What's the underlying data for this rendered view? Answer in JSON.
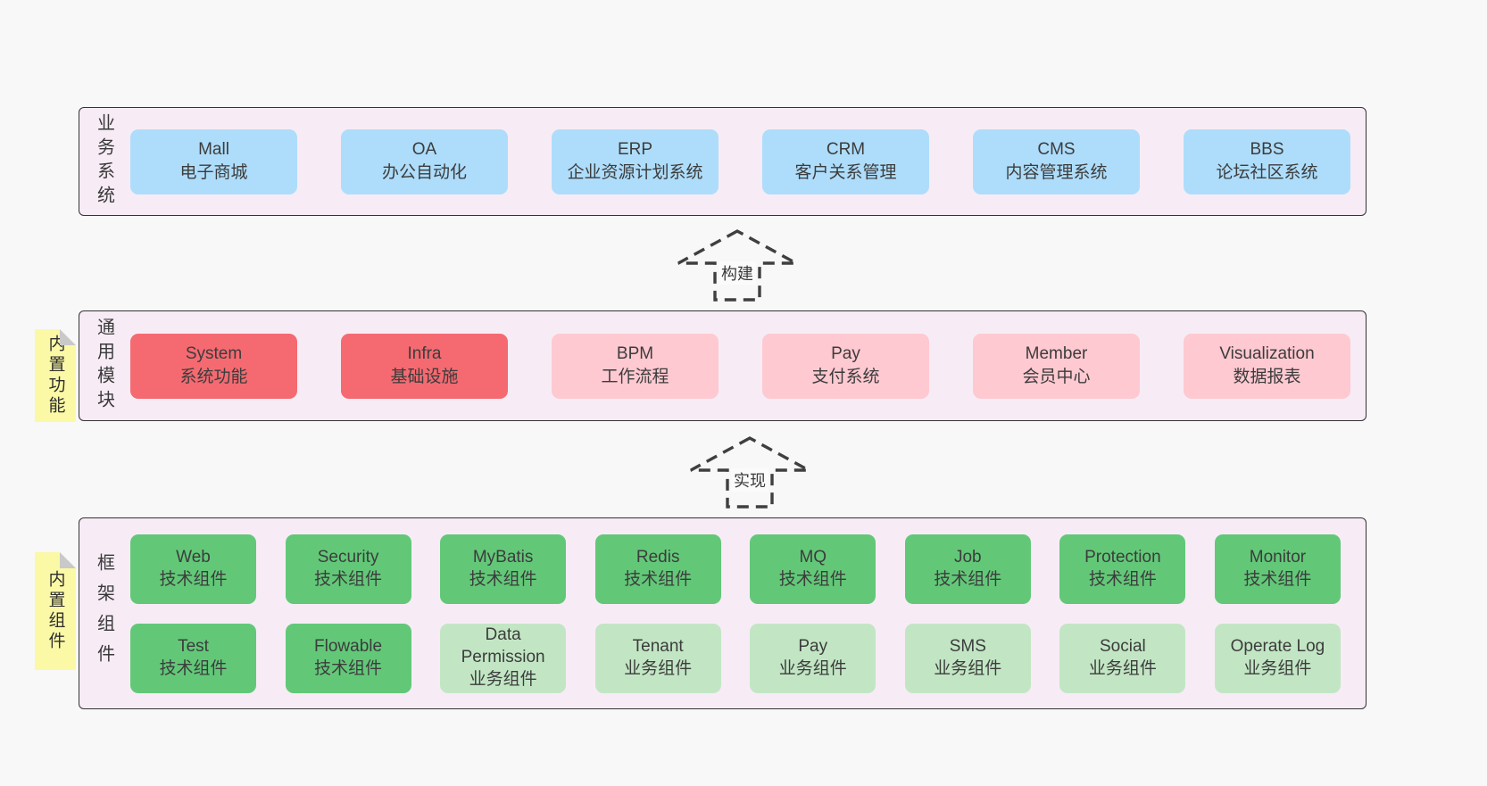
{
  "colors": {
    "page_bg": "#f8f8f8",
    "band_bg": "#f7ecf5",
    "band_border": "#333333",
    "blue_box": "#aeddfb",
    "red_box": "#f56a71",
    "pink_box": "#fec9d1",
    "green_box": "#62c878",
    "green_light_box": "#c2e6c4",
    "note_yellow": "#fbf9a6",
    "note_fold_gray": "#c9c9c9",
    "text": "#3c3c3c"
  },
  "arrows": {
    "build": {
      "label": "构建"
    },
    "implement": {
      "label": "实现"
    }
  },
  "bands": {
    "business": {
      "label": "业务系统",
      "boxes": [
        {
          "title": "Mall",
          "subtitle": "电子商城"
        },
        {
          "title": "OA",
          "subtitle": "办公自动化"
        },
        {
          "title": "ERP",
          "subtitle": "企业资源计划系统"
        },
        {
          "title": "CRM",
          "subtitle": "客户关系管理"
        },
        {
          "title": "CMS",
          "subtitle": "内容管理系统"
        },
        {
          "title": "BBS",
          "subtitle": "论坛社区系统"
        }
      ]
    },
    "modules": {
      "label": "通用模块",
      "note": "内置功能",
      "boxes": [
        {
          "title": "System",
          "subtitle": "系统功能"
        },
        {
          "title": "Infra",
          "subtitle": "基础设施"
        },
        {
          "title": "BPM",
          "subtitle": "工作流程"
        },
        {
          "title": "Pay",
          "subtitle": "支付系统"
        },
        {
          "title": "Member",
          "subtitle": "会员中心"
        },
        {
          "title": "Visualization",
          "subtitle": "数据报表"
        }
      ]
    },
    "components": {
      "label": "框架组件",
      "note": "内置组件",
      "row1": [
        {
          "title": "Web",
          "subtitle": "技术组件"
        },
        {
          "title": "Security",
          "subtitle": "技术组件"
        },
        {
          "title": "MyBatis",
          "subtitle": "技术组件"
        },
        {
          "title": "Redis",
          "subtitle": "技术组件"
        },
        {
          "title": "MQ",
          "subtitle": "技术组件"
        },
        {
          "title": "Job",
          "subtitle": "技术组件"
        },
        {
          "title": "Protection",
          "subtitle": "技术组件"
        },
        {
          "title": "Monitor",
          "subtitle": "技术组件"
        }
      ],
      "row2": [
        {
          "title": "Test",
          "subtitle": "技术组件"
        },
        {
          "title": "Flowable",
          "subtitle": "技术组件"
        },
        {
          "title": "Data Permission",
          "subtitle": "业务组件"
        },
        {
          "title": "Tenant",
          "subtitle": "业务组件"
        },
        {
          "title": "Pay",
          "subtitle": "业务组件"
        },
        {
          "title": "SMS",
          "subtitle": "业务组件"
        },
        {
          "title": "Social",
          "subtitle": "业务组件"
        },
        {
          "title": "Operate Log",
          "subtitle": "业务组件"
        }
      ]
    }
  }
}
